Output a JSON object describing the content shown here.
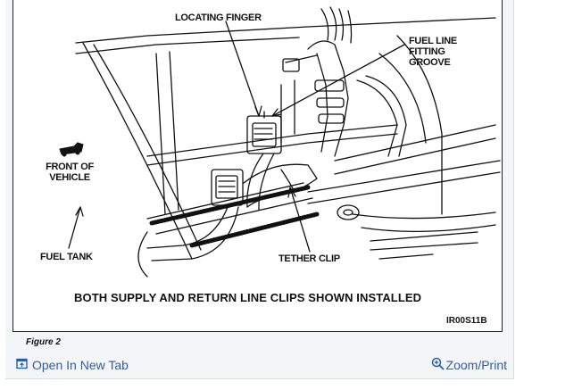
{
  "figure": {
    "labels": {
      "locating_finger": "LOCATING FINGER",
      "fuel_line_1": "FUEL LINE",
      "fuel_line_2": "FITTING",
      "fuel_line_3": "GROOVE",
      "front_1": "FRONT OF",
      "front_2": "VEHICLE",
      "fuel_tank": "FUEL TANK",
      "tether_clip": "TETHER CLIP"
    },
    "caption": "BOTH SUPPLY AND RETURN LINE CLIPS SHOWN INSTALLED",
    "code": "IR00S11B",
    "figure_label": "Figure 2"
  },
  "toolbar": {
    "open_new_tab": "Open In New Tab",
    "zoom_print": "Zoom/Print"
  },
  "colors": {
    "link": "#2a5db0",
    "line_art": "#111111",
    "card_bg": "#f4f5f7"
  },
  "icons": {
    "open_new_tab": "external-window-icon",
    "zoom_print": "magnifier-plus-icon"
  }
}
